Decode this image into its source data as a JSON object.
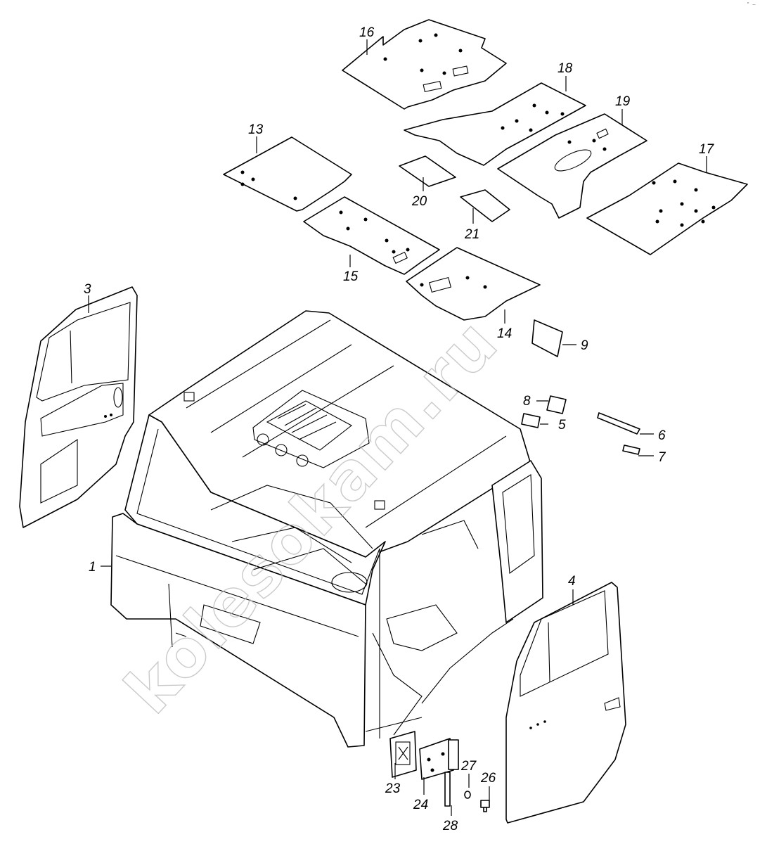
{
  "watermark": "kolesokam.ru",
  "corner_mark": "\" —",
  "callouts": [
    {
      "id": "c1",
      "label": "1"
    },
    {
      "id": "c3",
      "label": "3"
    },
    {
      "id": "c4",
      "label": "4"
    },
    {
      "id": "c5",
      "label": "5"
    },
    {
      "id": "c6",
      "label": "6"
    },
    {
      "id": "c7",
      "label": "7"
    },
    {
      "id": "c8",
      "label": "8"
    },
    {
      "id": "c9",
      "label": "9"
    },
    {
      "id": "c13",
      "label": "13"
    },
    {
      "id": "c14",
      "label": "14"
    },
    {
      "id": "c15",
      "label": "15"
    },
    {
      "id": "c16",
      "label": "16"
    },
    {
      "id": "c17",
      "label": "17"
    },
    {
      "id": "c18",
      "label": "18"
    },
    {
      "id": "c19",
      "label": "19"
    },
    {
      "id": "c20",
      "label": "20"
    },
    {
      "id": "c21",
      "label": "21"
    },
    {
      "id": "c23",
      "label": "23"
    },
    {
      "id": "c24",
      "label": "24"
    },
    {
      "id": "c26",
      "label": "26"
    },
    {
      "id": "c27",
      "label": "27"
    },
    {
      "id": "c28",
      "label": "28"
    }
  ]
}
